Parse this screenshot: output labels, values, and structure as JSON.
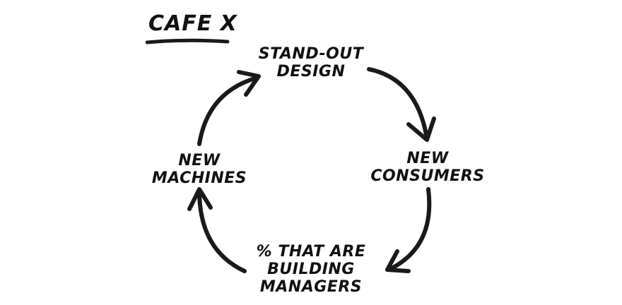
{
  "title": "CAFE X",
  "nodes": [
    {
      "id": "top",
      "lines": [
        "STAND-OUT",
        "DESIGN"
      ]
    },
    {
      "id": "right",
      "lines": [
        "NEW",
        "CONSUMERS"
      ]
    },
    {
      "id": "bottom",
      "lines": [
        "% THAT ARE",
        "BUILDING",
        "MANAGERS"
      ]
    },
    {
      "id": "left",
      "lines": [
        "NEW",
        "MACHINES"
      ]
    }
  ],
  "edges": [
    {
      "from": "top",
      "to": "right"
    },
    {
      "from": "right",
      "to": "bottom"
    },
    {
      "from": "bottom",
      "to": "left"
    },
    {
      "from": "left",
      "to": "top"
    }
  ],
  "colors": {
    "ink": "#1a1a1a",
    "background": "#ffffff"
  }
}
